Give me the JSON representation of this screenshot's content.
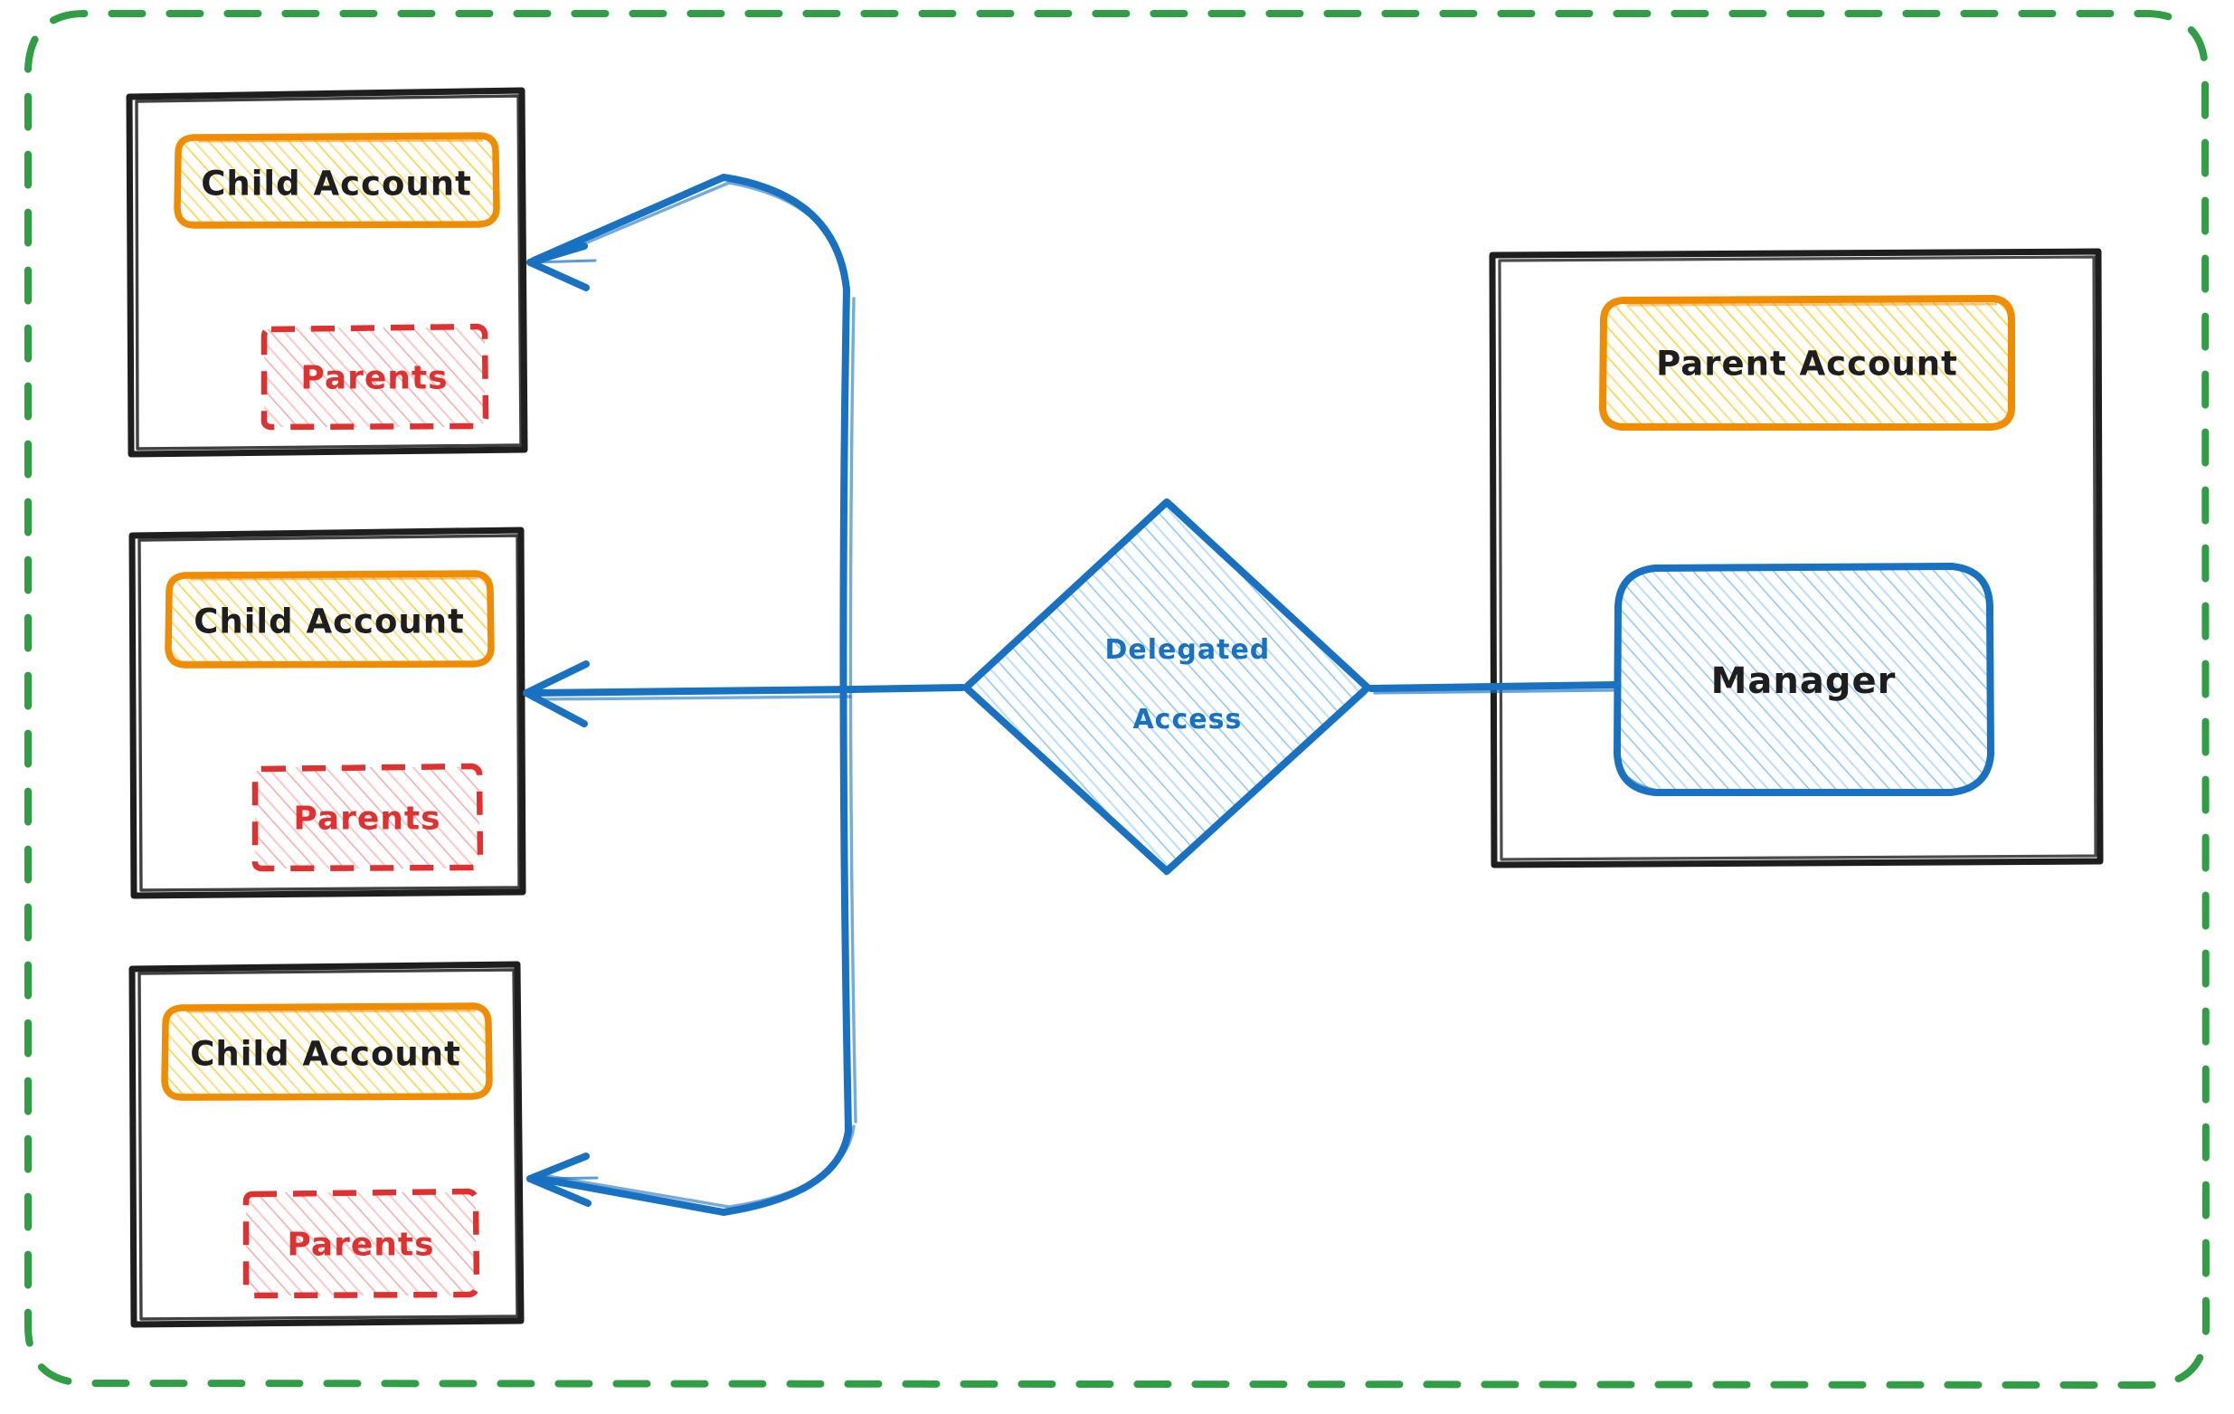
{
  "diagram": {
    "type": "architecture-diagram",
    "title": "Delegated Access",
    "style": "hand-drawn",
    "colors": {
      "outer_boundary": "#2f9e44",
      "container_stroke": "#1e1e1e",
      "account_stroke": "#f08c00",
      "account_fill": "#ffd8a8",
      "parents_stroke": "#e03131",
      "parents_fill": "#ffc9c9",
      "connector": "#1971c2",
      "diamond_stroke": "#1971c2",
      "diamond_fill": "#a5d8ff",
      "manager_stroke": "#1971c2",
      "manager_fill": "#a5d8ff",
      "text_dark": "#1e1e1e",
      "text_red": "#e03131",
      "text_blue": "#1971c2",
      "background": "#ffffff"
    },
    "outer_boundary": {
      "name": "organization-boundary",
      "stroke_style": "dashed",
      "label": ""
    },
    "left_group": {
      "name": "child-accounts-group",
      "containers": [
        {
          "name": "child-account-container-1",
          "account": {
            "label": "Child Account"
          },
          "parents": {
            "label": "Parents"
          }
        },
        {
          "name": "child-account-container-2",
          "account": {
            "label": "Child Account"
          },
          "parents": {
            "label": "Parents"
          }
        },
        {
          "name": "child-account-container-3",
          "account": {
            "label": "Child Account"
          },
          "parents": {
            "label": "Parents"
          }
        }
      ]
    },
    "center": {
      "name": "delegated-access-node",
      "shape": "diamond",
      "label_line1": "Delegated",
      "label_line2": "Access",
      "label": "Delegated Access"
    },
    "right_group": {
      "name": "parent-account-container",
      "account": {
        "label": "Parent Account"
      },
      "manager": {
        "label": "Manager"
      }
    },
    "connectors": [
      {
        "name": "connector-to-child-1",
        "from": "Delegated Access",
        "to": "Child Account 1",
        "arrow": "left"
      },
      {
        "name": "connector-to-child-2",
        "from": "Delegated Access",
        "to": "Child Account 2",
        "arrow": "left"
      },
      {
        "name": "connector-to-child-3",
        "from": "Delegated Access",
        "to": "Child Account 3",
        "arrow": "left"
      },
      {
        "name": "connector-manager-to-delegated",
        "from": "Manager",
        "to": "Delegated Access",
        "arrow": "none"
      }
    ]
  }
}
